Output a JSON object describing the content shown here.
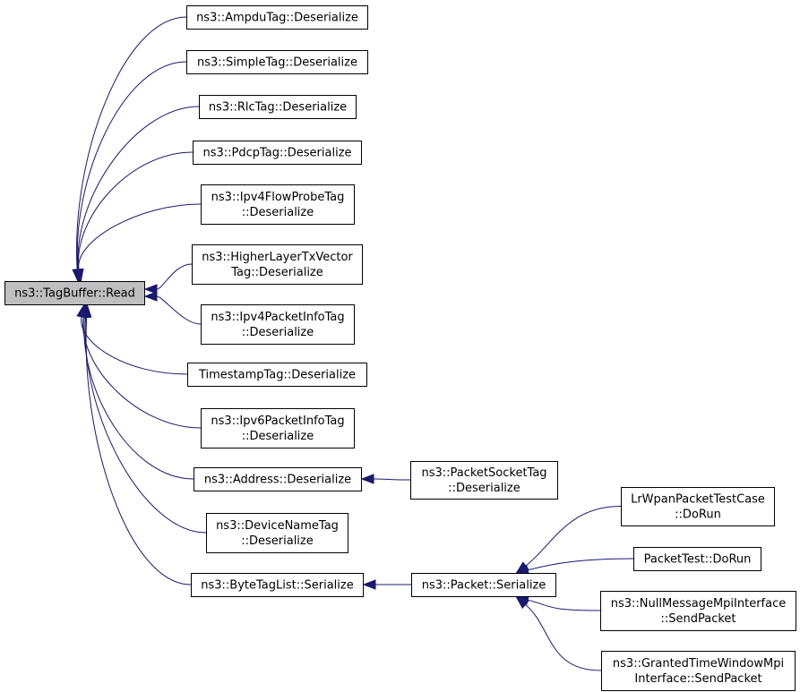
{
  "diagram": {
    "type": "doxygen-caller-graph",
    "colors": {
      "edge": "#191970",
      "root_fill": "#bfbfbf",
      "node_fill": "#ffffff",
      "border": "#000000"
    },
    "nodes": [
      {
        "id": "root",
        "lines": [
          "ns3::TagBuffer::Read"
        ],
        "root": true
      },
      {
        "id": "ampdu",
        "lines": [
          "ns3::AmpduTag::Deserialize"
        ]
      },
      {
        "id": "simple",
        "lines": [
          "ns3::SimpleTag::Deserialize"
        ]
      },
      {
        "id": "rlc",
        "lines": [
          "ns3::RlcTag::Deserialize"
        ]
      },
      {
        "id": "pdcp",
        "lines": [
          "ns3::PdcpTag::Deserialize"
        ]
      },
      {
        "id": "ipv4flow",
        "lines": [
          "ns3::Ipv4FlowProbeTag",
          "::Deserialize"
        ]
      },
      {
        "id": "higher",
        "lines": [
          "ns3::HigherLayerTxVector",
          "Tag::Deserialize"
        ]
      },
      {
        "id": "ipv4pkt",
        "lines": [
          "ns3::Ipv4PacketInfoTag",
          "::Deserialize"
        ]
      },
      {
        "id": "timestamp",
        "lines": [
          "TimestampTag::Deserialize"
        ]
      },
      {
        "id": "ipv6pkt",
        "lines": [
          "ns3::Ipv6PacketInfoTag",
          "::Deserialize"
        ]
      },
      {
        "id": "address",
        "lines": [
          "ns3::Address::Deserialize"
        ]
      },
      {
        "id": "devname",
        "lines": [
          "ns3::DeviceNameTag",
          "::Deserialize"
        ]
      },
      {
        "id": "bytetag",
        "lines": [
          "ns3::ByteTagList::Serialize"
        ]
      },
      {
        "id": "pktsock",
        "lines": [
          "ns3::PacketSocketTag",
          "::Deserialize"
        ]
      },
      {
        "id": "pktser",
        "lines": [
          "ns3::Packet::Serialize"
        ]
      },
      {
        "id": "lrwpan",
        "lines": [
          "LrWpanPacketTestCase",
          "::DoRun"
        ]
      },
      {
        "id": "pkttest",
        "lines": [
          "PacketTest::DoRun"
        ]
      },
      {
        "id": "nullmsg",
        "lines": [
          "ns3::NullMessageMpiInterface",
          "::SendPacket"
        ]
      },
      {
        "id": "granted",
        "lines": [
          "ns3::GrantedTimeWindowMpi",
          "Interface::SendPacket"
        ]
      }
    ],
    "edges": [
      {
        "from": "ampdu",
        "to": "root"
      },
      {
        "from": "simple",
        "to": "root"
      },
      {
        "from": "rlc",
        "to": "root"
      },
      {
        "from": "pdcp",
        "to": "root"
      },
      {
        "from": "ipv4flow",
        "to": "root"
      },
      {
        "from": "higher",
        "to": "root"
      },
      {
        "from": "ipv4pkt",
        "to": "root"
      },
      {
        "from": "timestamp",
        "to": "root"
      },
      {
        "from": "ipv6pkt",
        "to": "root"
      },
      {
        "from": "address",
        "to": "root"
      },
      {
        "from": "devname",
        "to": "root"
      },
      {
        "from": "bytetag",
        "to": "root"
      },
      {
        "from": "pktsock",
        "to": "address"
      },
      {
        "from": "pktser",
        "to": "bytetag"
      },
      {
        "from": "lrwpan",
        "to": "pktser"
      },
      {
        "from": "pkttest",
        "to": "pktser"
      },
      {
        "from": "nullmsg",
        "to": "pktser"
      },
      {
        "from": "granted",
        "to": "pktser"
      }
    ]
  }
}
